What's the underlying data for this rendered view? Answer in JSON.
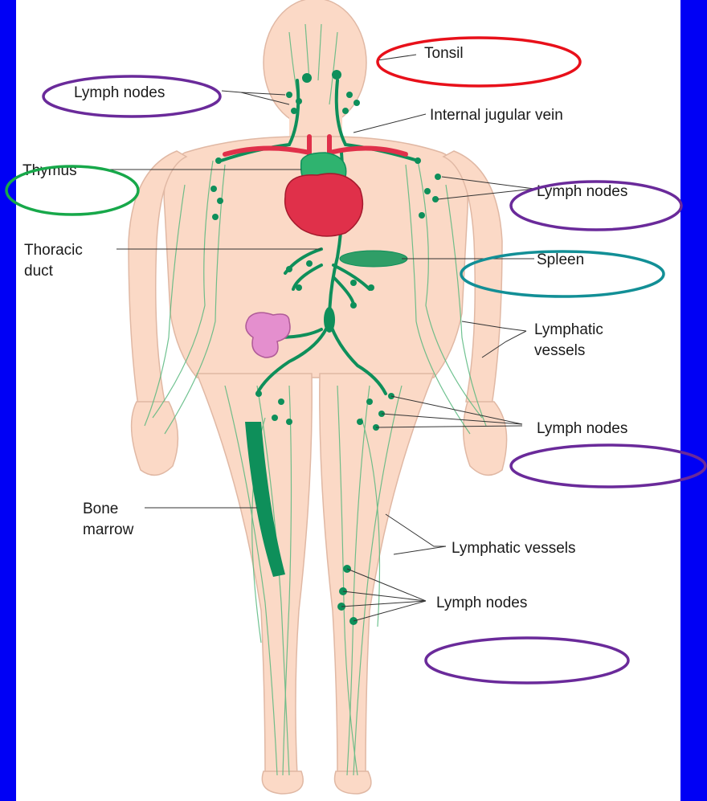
{
  "diagram": {
    "labels": {
      "tonsil": "Tonsil",
      "lymph_nodes_neck": "Lymph nodes",
      "internal_jugular_vein": "Internal jugular vein",
      "thymus": "Thymus",
      "lymph_nodes_axilla": "Lymph nodes",
      "thoracic_duct_line1": "Thoracic",
      "thoracic_duct_line2": "duct",
      "spleen": "Spleen",
      "lymphatic_vessels_arm_line1": "Lymphatic",
      "lymphatic_vessels_arm_line2": "vessels",
      "lymph_nodes_groin": "Lymph nodes",
      "bone_marrow_line1": "Bone",
      "bone_marrow_line2": "marrow",
      "lymphatic_vessels_leg": "Lymphatic vessels",
      "lymph_nodes_knee": "Lymph nodes"
    },
    "colors": {
      "background": "#0000f5",
      "skin": "#fbd9c6",
      "lymph": "#0e8f5a",
      "heart": "#e0304a",
      "intestine": "#e48fce",
      "circle_red": "#e8101a",
      "circle_purple": "#6a2a9a",
      "circle_green": "#17a84a",
      "circle_teal": "#128f96"
    }
  }
}
